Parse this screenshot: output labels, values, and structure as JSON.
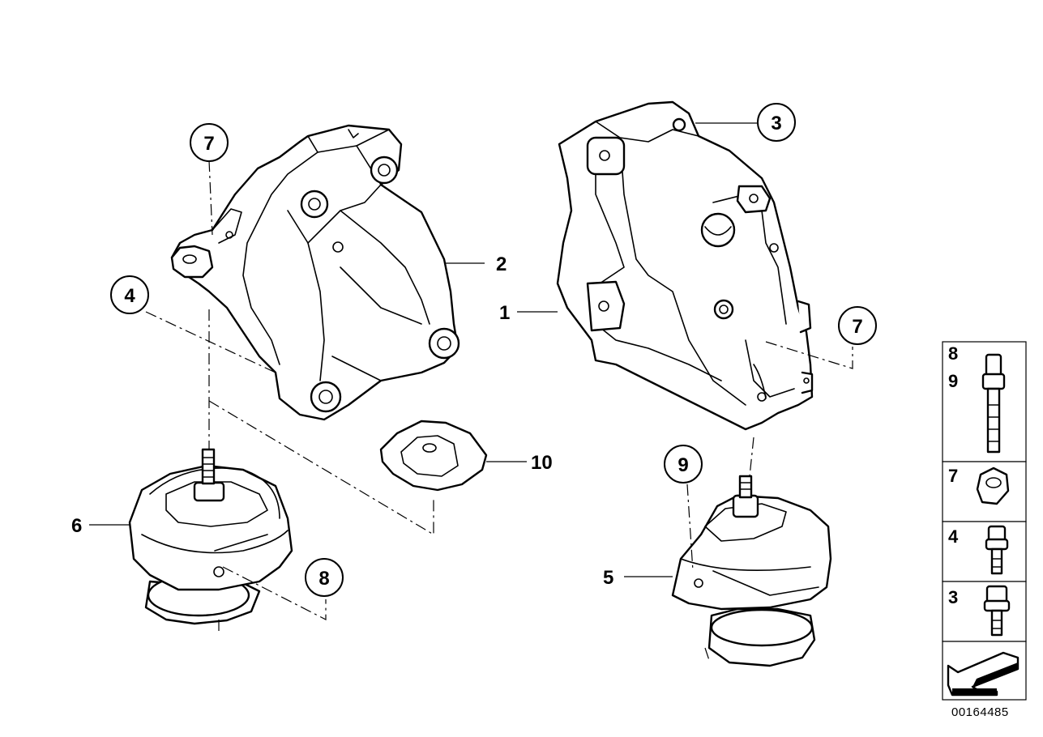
{
  "callouts": {
    "c1": "1",
    "c2": "2",
    "c3": "3",
    "c4": "4",
    "c5": "5",
    "c6": "6",
    "c7a": "7",
    "c7b": "7",
    "c8": "8",
    "c9": "9",
    "c10": "10"
  },
  "legend": {
    "row1_a": "8",
    "row1_b": "9",
    "row2": "7",
    "row3": "4",
    "row4": "3"
  },
  "diagram_id": "00164485"
}
